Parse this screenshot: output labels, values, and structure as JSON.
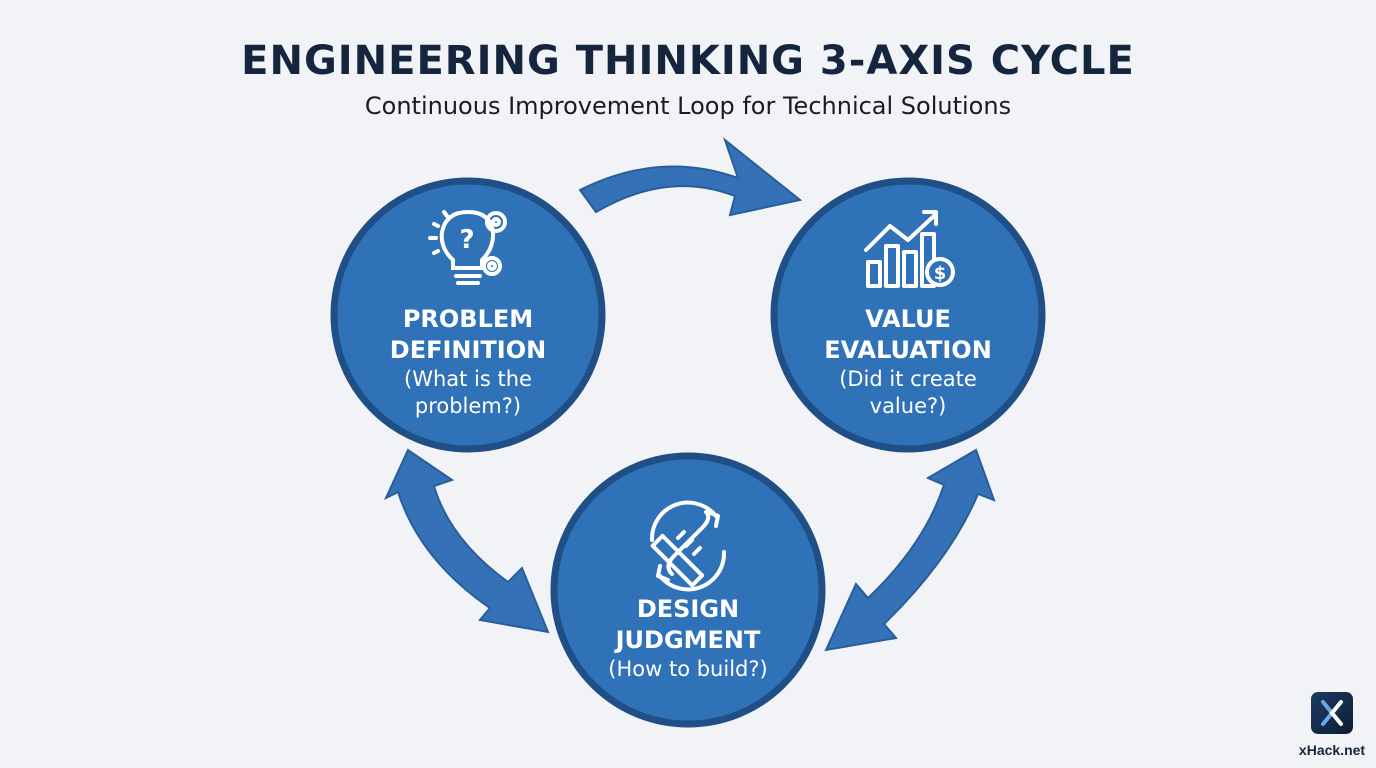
{
  "header": {
    "title": "ENGINEERING THINKING 3-AXIS CYCLE",
    "subtitle": "Continuous Improvement Loop for Technical Solutions"
  },
  "nodes": [
    {
      "id": "problem",
      "title_line1": "PROBLEM",
      "title_line2": "DEFINITION",
      "question_line1": "(What is the",
      "question_line2": "problem?)",
      "icon": "lightbulb-question-gears-icon"
    },
    {
      "id": "value",
      "title_line1": "VALUE",
      "title_line2": "EVALUATION",
      "question_line1": "(Did it create",
      "question_line2": "value?)",
      "icon": "growth-chart-dollar-icon"
    },
    {
      "id": "design",
      "title_line1": "DESIGN",
      "title_line2": "JUDGMENT",
      "question_line1": "(How to build?)",
      "icon": "ruler-wrench-cycle-icon"
    }
  ],
  "arrows": [
    {
      "from": "problem",
      "to": "value",
      "style": "one-way"
    },
    {
      "from": "problem",
      "to": "design",
      "style": "two-way"
    },
    {
      "from": "design",
      "to": "value",
      "style": "two-way"
    }
  ],
  "colors": {
    "node_fill": "#2f72b8",
    "node_stroke": "#1f4f86",
    "arrow": "#3571b6",
    "title": "#15253d",
    "background": "#f1f3f6"
  },
  "brand": {
    "name": "xHack.net",
    "logo": "xhack-logo-icon"
  }
}
